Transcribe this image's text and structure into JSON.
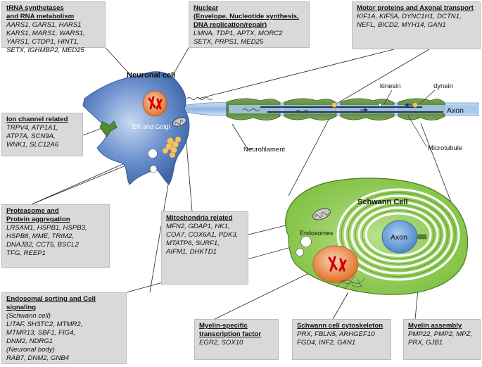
{
  "boxes": {
    "trna": {
      "title": "tRNA synthetases\nand RNA metabolism",
      "genes": "AARS1, GARS1, HARS1\nKARS1, MARS1, WARS1,\nYARS1, CTDP1, HINT1,\nSETX, IGHMBP2, MED25"
    },
    "nuclear": {
      "title": "Nuclear\n(Envelope, Nucleotide synthesis,\nDNA replication/repair)",
      "genes": "LMNA, TDP1, APTX, MORC2\nSETX, PRPS1, MED25"
    },
    "motor": {
      "title": "Motor proteins and Axonal transport",
      "genes": "KIF1A, KIF5A, DYNC1H1, DCTN1,\nNEFL, BICD2, MYH14, GAN1"
    },
    "ion": {
      "title": "Ion channel related",
      "genes": "TRPV4, ATP1A1,\nATP7A, SCN9A,\nWNK1, SLC12A6"
    },
    "proteasome": {
      "title": "Proteasome and\nProtein aggregation",
      "genes": "LRSAM1, HSPB1, HSPB3,\nHSPB8, MME, TRIM2,\nDNAJB2, CCT5, BSCL2\nTFG, REEP1"
    },
    "mito": {
      "title": "Mitochondria related",
      "genes": "MFN2, GDAP1, HK1,\nCOA7, COX6A1, PDK3,\nMTATP6, SURF1,\nAIFM1, DHKTD1"
    },
    "endosomal": {
      "title": "Endosomal sorting and Cell signaling",
      "note1": "(Schwann cell)",
      "genes1": "LITAF, SH3TC2, MTMR2,\nMTMR13, SBF1, FIG4,\nDNM2, NDRG1",
      "note2": "(Neuronal body)",
      "genes2": "RAB7, DNM2, GNB4"
    },
    "myelin_tf": {
      "title": "Myelin-specific\ntranscription factor",
      "genes": "EGR2, SOX10"
    },
    "schwann_cyto": {
      "title": "Schwann cell cytoskeleton",
      "genes": "PRX, FBLN5, ARHGEF10\nFGD4, INF2, GAN1"
    },
    "myelin_assembly": {
      "title": "Myelin assembly",
      "genes": "PMP22, PMP2, MPZ,\nPRX, GJB1"
    }
  },
  "labels": {
    "neuronal_cell": "Neuronal cell",
    "er_golgi": "ER and Golgi",
    "neurofilament": "Neurofilament",
    "kinesin": "kinesin",
    "dynein": "dynein",
    "axon_upper": "Axon",
    "microtubule": "Microtubule",
    "schwann_cell": "Schwann Cell",
    "endosomes": "Endosomes",
    "axon_schwann": "Axon"
  },
  "colors": {
    "box_fill": "#d9d9d9",
    "neuron_blue": "#5b7fbf",
    "axon_blue": "#9dc3e6",
    "myelin_green": "#548235",
    "schwann_green": "#92d050",
    "nucleus_orange": "#ed7d31",
    "chromosome_red": "#e00000"
  }
}
